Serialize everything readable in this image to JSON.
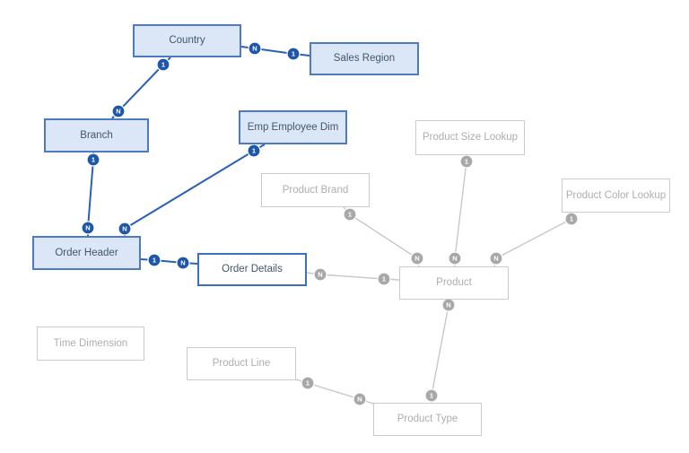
{
  "diagram": {
    "nodes": [
      {
        "id": "country",
        "label": "Country",
        "state": "selected"
      },
      {
        "id": "sales-region",
        "label": "Sales Region",
        "state": "selected"
      },
      {
        "id": "branch",
        "label": "Branch",
        "state": "selected"
      },
      {
        "id": "emp-employee-dim",
        "label": "Emp Employee Dim",
        "state": "selected"
      },
      {
        "id": "order-header",
        "label": "Order Header",
        "state": "selected"
      },
      {
        "id": "order-details",
        "label": "Order Details",
        "state": "outlined"
      },
      {
        "id": "time-dimension",
        "label": "Time Dimension",
        "state": "normal"
      },
      {
        "id": "product-brand",
        "label": "Product Brand",
        "state": "normal"
      },
      {
        "id": "product-size-lookup",
        "label": "Product Size Lookup",
        "state": "normal"
      },
      {
        "id": "product-color-lookup",
        "label": "Product Color Lookup",
        "state": "normal"
      },
      {
        "id": "product",
        "label": "Product",
        "state": "normal"
      },
      {
        "id": "product-line",
        "label": "Product Line",
        "state": "normal"
      },
      {
        "id": "product-type",
        "label": "Product Type",
        "state": "normal"
      }
    ],
    "edges": [
      {
        "from": "Country",
        "to": "Sales Region",
        "from_card": "N",
        "to_card": "1",
        "style": "highlighted"
      },
      {
        "from": "Country",
        "to": "Branch",
        "from_card": "1",
        "to_card": "N",
        "style": "highlighted"
      },
      {
        "from": "Branch",
        "to": "Order Header",
        "from_card": "1",
        "to_card": "N",
        "style": "highlighted"
      },
      {
        "from": "Emp Employee Dim",
        "to": "Order Header",
        "from_card": "1",
        "to_card": "N",
        "style": "highlighted"
      },
      {
        "from": "Order Header",
        "to": "Order Details",
        "from_card": "1",
        "to_card": "N",
        "style": "highlighted"
      },
      {
        "from": "Order Details",
        "to": "Product",
        "from_card": "N",
        "to_card": "1",
        "style": "normal"
      },
      {
        "from": "Product Brand",
        "to": "Product",
        "from_card": "1",
        "to_card": "N",
        "style": "normal"
      },
      {
        "from": "Product Size Lookup",
        "to": "Product",
        "from_card": "1",
        "to_card": "N",
        "style": "normal"
      },
      {
        "from": "Product Color Lookup",
        "to": "Product",
        "from_card": "1",
        "to_card": "N",
        "style": "normal"
      },
      {
        "from": "Product",
        "to": "Product Type",
        "from_card": "N",
        "to_card": "1",
        "style": "normal"
      },
      {
        "from": "Product Line",
        "to": "Product Type",
        "from_card": "1",
        "to_card": "N",
        "style": "normal"
      }
    ],
    "colors": {
      "selected_fill": "#dbe7f6",
      "selected_border": "#4e7ac4",
      "selected_text": "#42566e",
      "highlighted_link": "#2b61b4",
      "highlighted_badge": "#1f57a8",
      "plain_border": "#cbcbcb",
      "plain_text": "#aeaeae",
      "plain_link": "#c8c8c8",
      "plain_badge": "#a8a8a8",
      "background": "#ffffff"
    }
  }
}
